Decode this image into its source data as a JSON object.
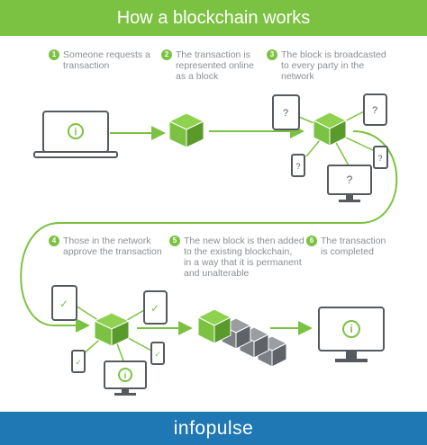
{
  "title": "How a blockchain works",
  "steps": [
    {
      "num": "1",
      "text": "Someone requests a\ntransaction"
    },
    {
      "num": "2",
      "text": "The transaction is\nrepresented online\nas a block"
    },
    {
      "num": "3",
      "text": "The block is broadcasted\nto every party in the\nnetwork"
    },
    {
      "num": "4",
      "text": "Those in the network\napprove the transaction"
    },
    {
      "num": "5",
      "text": "The new block is then added\nto the existing blockchain,\nin a way that it is permanent\nand unalterable"
    },
    {
      "num": "6",
      "text": "The transaction\nis completed"
    }
  ],
  "icons": {
    "question_mark": "?",
    "info_mark": "i",
    "check_mark": "✓"
  },
  "colors": {
    "green": "#7cc242",
    "dark_green": "#5a9a2a",
    "gray": "#555a5f",
    "light_gray": "#9a9ea2",
    "footer_blue": "#1f77b4"
  },
  "footer": {
    "brand": "infopulse"
  }
}
